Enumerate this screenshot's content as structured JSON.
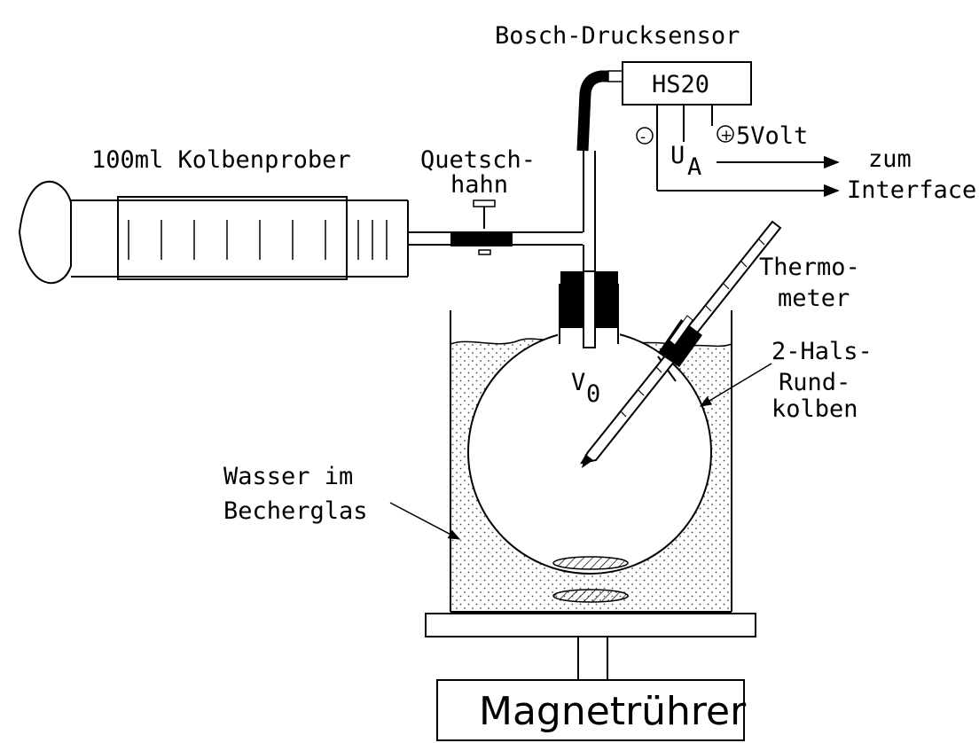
{
  "labels": {
    "pressure_sensor": "Bosch-Drucksensor",
    "sensor_model": "HS20",
    "minus": "-",
    "plus": "+",
    "supply_voltage": "5Volt",
    "output_voltage": "U",
    "output_voltage_sub": "A",
    "to_line1": "zum",
    "to_line2": "Interface",
    "syringe": "100ml Kolbenprober",
    "pinch_valve_line1": "Quetsch-",
    "pinch_valve_line2": "hahn",
    "thermometer_line1": "Thermo-",
    "thermometer_line2": "meter",
    "flask_line1": "2-Hals-",
    "flask_line2": "Rund-",
    "flask_line3": "kolben",
    "volume": "V",
    "volume_sub": "0",
    "water_line1": "Wasser im",
    "water_line2": "Becherglas",
    "stirrer": "Magnetrührer"
  },
  "colors": {
    "line": "#000000",
    "background": "#ffffff",
    "water_dots": "#444444"
  }
}
